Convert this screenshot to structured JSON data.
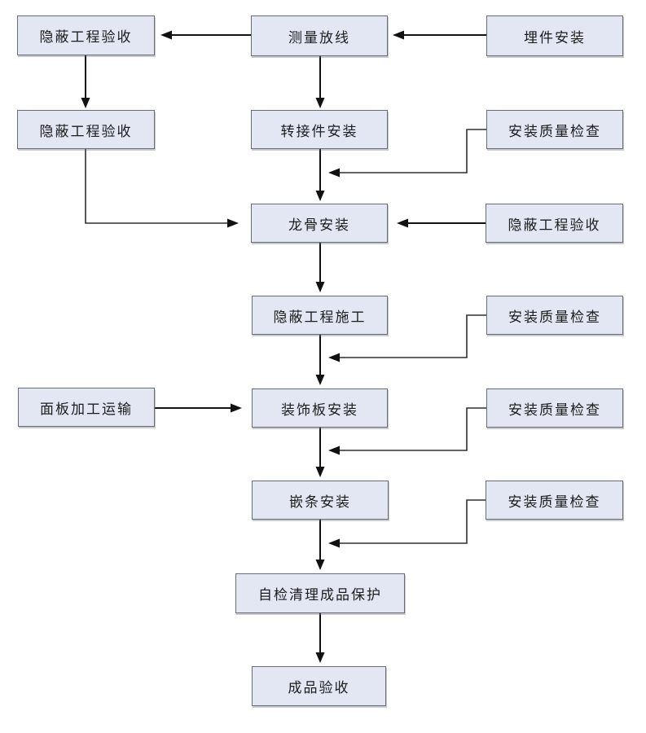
{
  "diagram": {
    "type": "flowchart",
    "background": "#ffffff",
    "node_fill": "#e2e7f3",
    "node_border": "#666b76",
    "arrow_color": "#111111",
    "text_color": "#1c1c1c",
    "nodes": [
      {
        "id": "a1",
        "label": "隐蔽工程验收"
      },
      {
        "id": "b1",
        "label": "测量放线"
      },
      {
        "id": "c1",
        "label": "埋件安装"
      },
      {
        "id": "a2",
        "label": "隐蔽工程验收"
      },
      {
        "id": "b2",
        "label": "转接件安装"
      },
      {
        "id": "c2",
        "label": "安装质量检查"
      },
      {
        "id": "b3",
        "label": "龙骨安装"
      },
      {
        "id": "c3",
        "label": "隐蔽工程验收"
      },
      {
        "id": "b4",
        "label": "隐蔽工程施工"
      },
      {
        "id": "c4",
        "label": "安装质量检查"
      },
      {
        "id": "a5",
        "label": "面板加工运输"
      },
      {
        "id": "b5",
        "label": "装饰板安装"
      },
      {
        "id": "c5",
        "label": "安装质量检查"
      },
      {
        "id": "b6",
        "label": "嵌条安装"
      },
      {
        "id": "c6",
        "label": "安装质量检查"
      },
      {
        "id": "b7",
        "label": "自检清理成品保护"
      },
      {
        "id": "b8",
        "label": "成品验收"
      }
    ],
    "edges": [
      {
        "from": "埋件安装",
        "to": "测量放线"
      },
      {
        "from": "测量放线",
        "to": "隐蔽工程验收 (top-left)"
      },
      {
        "from": "隐蔽工程验收 (top-left)",
        "to": "隐蔽工程验收 (left)"
      },
      {
        "from": "测量放线",
        "to": "转接件安装"
      },
      {
        "from": "转接件安装",
        "to": "龙骨安装"
      },
      {
        "from": "安装质量检查 (row2)",
        "to": "转接件安装→龙骨安装 连线"
      },
      {
        "from": "隐蔽工程验收 (left)",
        "to": "龙骨安装"
      },
      {
        "from": "隐蔽工程验收 (row3)",
        "to": "龙骨安装"
      },
      {
        "from": "龙骨安装",
        "to": "隐蔽工程施工"
      },
      {
        "from": "安装质量检查 (row4)",
        "to": "隐蔽工程施工→装饰板安装 连线"
      },
      {
        "from": "隐蔽工程施工",
        "to": "装饰板安装"
      },
      {
        "from": "面板加工运输",
        "to": "装饰板安装"
      },
      {
        "from": "安装质量检查 (row5)",
        "to": "装饰板安装→嵌条安装 连线"
      },
      {
        "from": "装饰板安装",
        "to": "嵌条安装"
      },
      {
        "from": "安装质量检查 (row6)",
        "to": "嵌条安装→自检清理成品保护 连线"
      },
      {
        "from": "嵌条安装",
        "to": "自检清理成品保护"
      },
      {
        "from": "自检清理成品保护",
        "to": "成品验收"
      }
    ]
  }
}
